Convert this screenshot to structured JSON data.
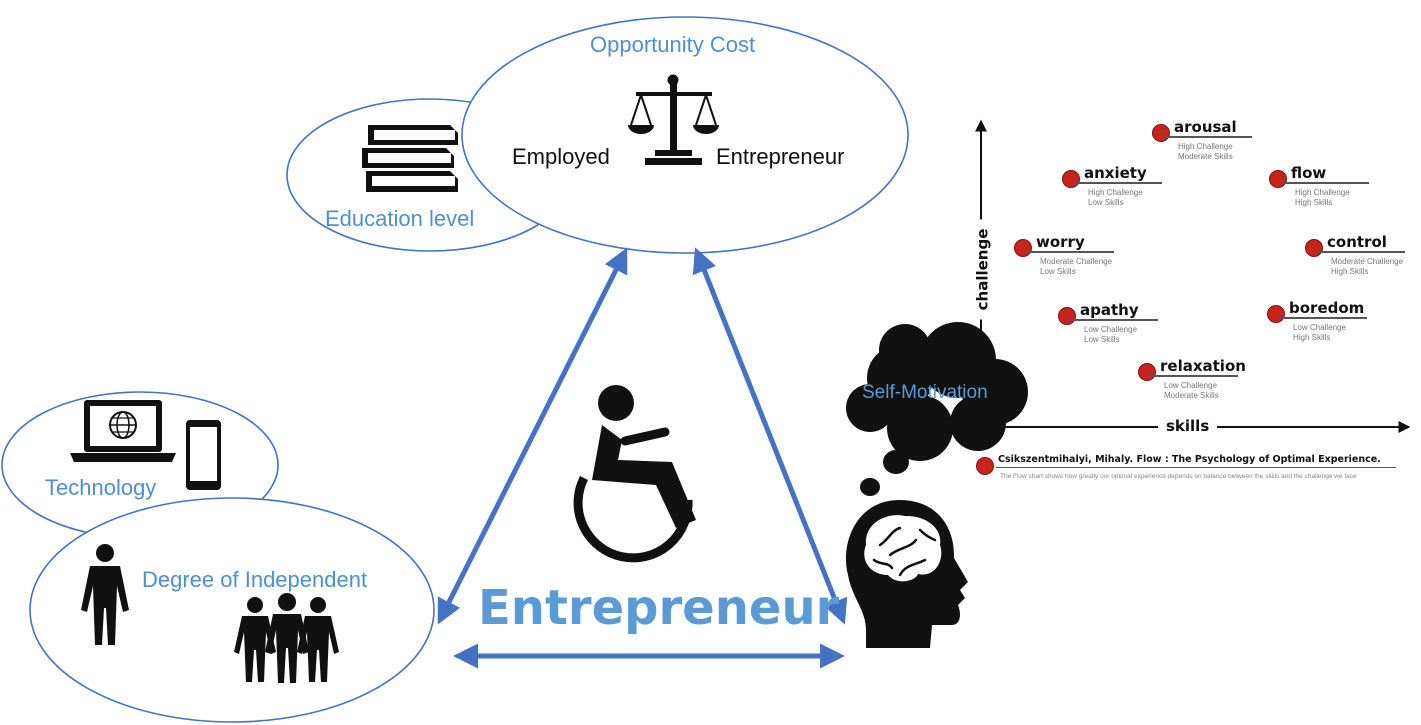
{
  "opportunity": {
    "title": "Opportunity Cost",
    "left": "Employed",
    "right": "Entrepreneur"
  },
  "education": {
    "label": "Education level"
  },
  "technology": {
    "label": "Technology"
  },
  "independence": {
    "label": "Degree of Independent"
  },
  "center": {
    "title": "Entrepreneur"
  },
  "motivation": {
    "label": "Self-Motivation"
  },
  "flow": {
    "y_axis": "challenge",
    "x_axis": "skills",
    "states": [
      {
        "name": "arousal",
        "line1": "High Challenge",
        "line2": "Moderate Skills"
      },
      {
        "name": "anxiety",
        "line1": "High Challenge",
        "line2": "Low Skills"
      },
      {
        "name": "flow",
        "line1": "High Challenge",
        "line2": "High Skills"
      },
      {
        "name": "worry",
        "line1": "Moderate Challenge",
        "line2": "Low Skills"
      },
      {
        "name": "control",
        "line1": "Moderate Challenge",
        "line2": "High Skills"
      },
      {
        "name": "apathy",
        "line1": "Low Challenge",
        "line2": "Low Skills"
      },
      {
        "name": "boredom",
        "line1": "Low Challenge",
        "line2": "High Skills"
      },
      {
        "name": "relaxation",
        "line1": "Low Challenge",
        "line2": "Moderate Skills"
      }
    ],
    "citation": "Csikszentmihalyi, Mihaly. Flow : The Psychology of Optimal Experience.",
    "caption": "The Flow chart shows how greatly our optimal experience depends on balance between the skills and the challenge we face"
  },
  "colors": {
    "accent": "#4472c4",
    "text_blue": "#5b9bd5",
    "dot": "#c8241c"
  },
  "icons": [
    "scale-icon",
    "books-icon",
    "laptop-icon",
    "phone-icon",
    "person-icon",
    "group-icon",
    "wheelchair-icon",
    "thought-cloud-icon",
    "head-brain-icon"
  ]
}
